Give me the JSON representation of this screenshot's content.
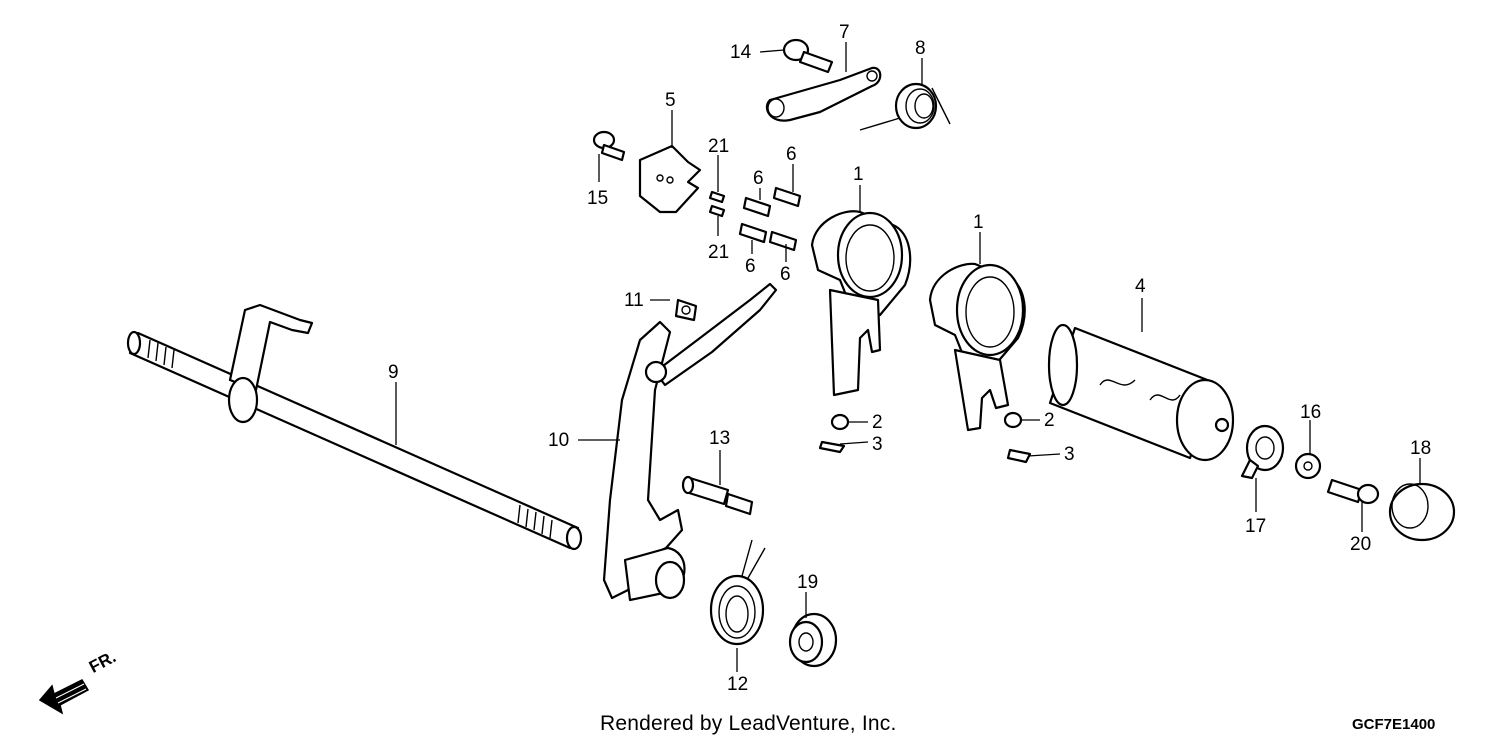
{
  "diagram": {
    "part_labels": [
      "1",
      "1",
      "2",
      "2",
      "3",
      "3",
      "4",
      "5",
      "6",
      "6",
      "6",
      "6",
      "7",
      "8",
      "9",
      "10",
      "11",
      "12",
      "13",
      "14",
      "15",
      "16",
      "17",
      "18",
      "19",
      "20",
      "21",
      "21"
    ],
    "direction_label": "FR.",
    "footer": {
      "credit": "Rendered by LeadVenture, Inc.",
      "diagram_code": "GCF7E1400"
    }
  }
}
